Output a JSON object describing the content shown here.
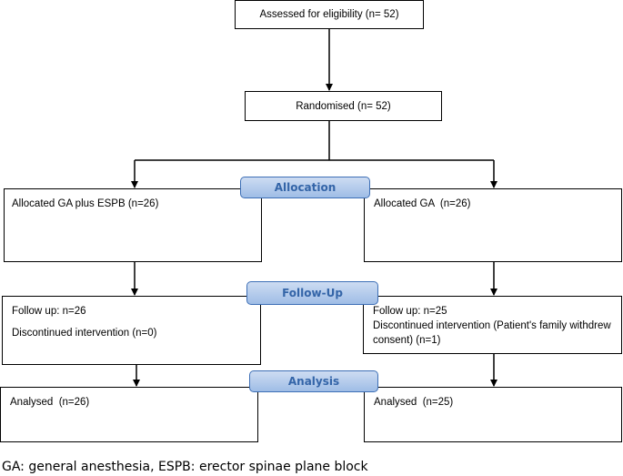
{
  "boxes": {
    "eligibility": "Assessed for eligibility (n= 52)",
    "randomised": "Randomised (n= 52)",
    "left_allocation": "Allocated GA plus ESPB (n=26)",
    "right_allocation": "Allocated GA  (n=26)",
    "left_followup": {
      "line1": "Follow up: n=26",
      "line2": "Discontinued intervention (n=0)"
    },
    "right_followup": {
      "line1": "Follow up: n=25",
      "line2": "Discontinued intervention (Patient's family withdrew consent) (n=1)"
    },
    "left_analysis": "Analysed  (n=26)",
    "right_analysis": "Analysed  (n=25)"
  },
  "stages": {
    "allocation": "Allocation",
    "followup": "Follow-Up",
    "analysis": "Analysis"
  },
  "footnote": "GA: general anesthesia, ESPB: erector spinae plane block"
}
